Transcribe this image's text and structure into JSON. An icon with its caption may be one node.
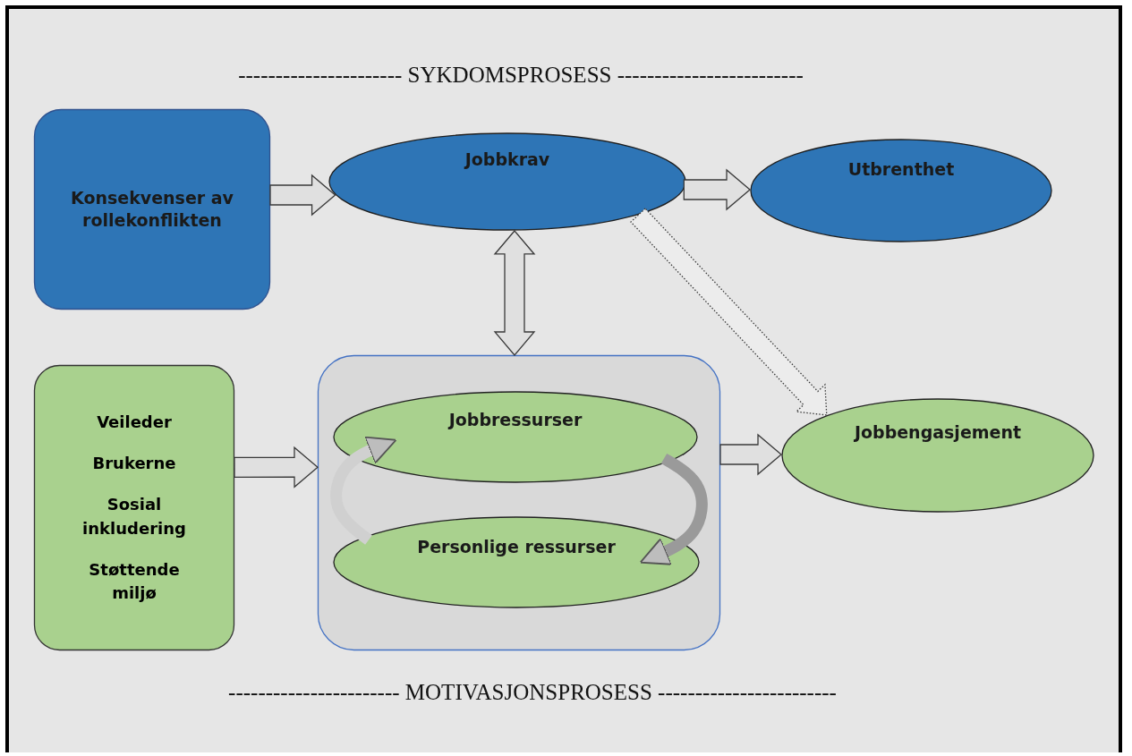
{
  "diagram": {
    "nodes": [
      {
        "text": [
          "Konsekvenser av rollekonflikten"
        ]
      },
      {
        "text": [
          "Jobbkrav"
        ]
      },
      {
        "text": [
          "Utbrenthet"
        ]
      },
      {
        "text": [
          "Veileder",
          "Brukerne",
          "Sosial inkludering",
          "Støttende miljø"
        ]
      },
      {
        "text": [],
        "shape": "box"
      },
      {
        "text": [
          "Jobbressurser"
        ],
        "in": 4
      },
      {
        "text": [
          "Personlige ressurser"
        ],
        "in": 4
      },
      {
        "text": [
          "Jobbengasjement"
        ]
      }
    ],
    "edges": [
      {
        "from": 0,
        "to": 1,
        "arrow": "to"
      },
      {
        "from": 1,
        "to": 2,
        "arrow": "to"
      },
      {
        "from": 1,
        "to": 4,
        "arrow": "both"
      },
      {
        "from": 1,
        "to": 7,
        "arrow": "to",
        "style": "dashed"
      },
      {
        "from": 3,
        "to": 4,
        "arrow": "to"
      },
      {
        "from": 4,
        "to": 7,
        "arrow": "to"
      },
      {
        "from": 5,
        "to": 6,
        "arrow": "to"
      },
      {
        "from": 6,
        "to": 5,
        "arrow": "to"
      }
    ],
    "labels": [
      "---------------------- SYKDOMSPROSESS -------------------------",
      "----------------------- MOTIVASJONSPROSESS ------------------------"
    ]
  }
}
